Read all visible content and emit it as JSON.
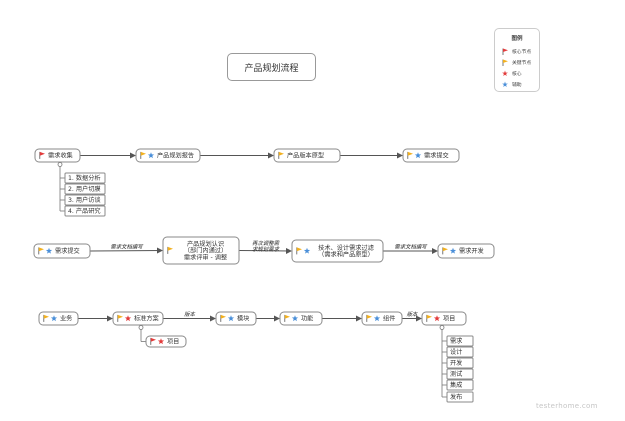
{
  "title": "产品规划流程",
  "legend": {
    "title": "图例",
    "items": [
      {
        "icon": "red-flag",
        "label": "核心节点"
      },
      {
        "icon": "yellow-flag",
        "label": "关键节点"
      },
      {
        "icon": "red-star",
        "label": "核心"
      },
      {
        "icon": "blue-star",
        "label": "辅助"
      }
    ]
  },
  "colors": {
    "red": "#e23b3b",
    "yellow": "#f2b01e",
    "blue": "#4a8fd9"
  },
  "nodes": [
    {
      "id": "r1n1",
      "label": "需求收集",
      "icons": [
        "red-flag"
      ]
    },
    {
      "id": "r1n2",
      "label": "产品规划报告",
      "icons": [
        "yellow-flag",
        "blue-star"
      ]
    },
    {
      "id": "r1n3",
      "label": "产品版本原型",
      "icons": [
        "yellow-flag"
      ]
    },
    {
      "id": "r1n4",
      "label": "需求提交",
      "icons": [
        "yellow-flag",
        "blue-star"
      ]
    },
    {
      "id": "r1s1",
      "label": "1. 数据分析",
      "icons": []
    },
    {
      "id": "r1s2",
      "label": "2. 用户切膜",
      "icons": []
    },
    {
      "id": "r1s3",
      "label": "3. 用户访谈",
      "icons": []
    },
    {
      "id": "r1s4",
      "label": "4. 产品研究",
      "icons": []
    },
    {
      "id": "r2n1",
      "label": "需求提交",
      "icons": [
        "yellow-flag",
        "blue-star"
      ]
    },
    {
      "id": "r2n2",
      "label": "产品规划认识（部门内通过）需求评审 - 调整",
      "icons": [
        "yellow-flag"
      ]
    },
    {
      "id": "r2n3",
      "label": "技术、设计需求过滤（需求和产品原型）",
      "icons": [
        "yellow-flag",
        "blue-star"
      ]
    },
    {
      "id": "r2n4",
      "label": "需求开发",
      "icons": [
        "yellow-flag",
        "blue-star"
      ]
    },
    {
      "id": "r3n1",
      "label": "业务",
      "icons": [
        "yellow-flag",
        "blue-star"
      ]
    },
    {
      "id": "r3n2",
      "label": "标准方案",
      "icons": [
        "yellow-flag",
        "red-star"
      ]
    },
    {
      "id": "r3n3",
      "label": "模块",
      "icons": [
        "yellow-flag",
        "blue-star"
      ]
    },
    {
      "id": "r3n4",
      "label": "功能",
      "icons": [
        "yellow-flag",
        "blue-star"
      ]
    },
    {
      "id": "r3n5",
      "label": "组件",
      "icons": [
        "yellow-flag",
        "blue-star"
      ]
    },
    {
      "id": "r3n6",
      "label": "项目",
      "icons": [
        "yellow-flag",
        "red-star"
      ]
    },
    {
      "id": "r3s0",
      "label": "项目",
      "icons": [
        "red-flag",
        "red-star"
      ]
    },
    {
      "id": "r3c1",
      "label": "需求",
      "icons": []
    },
    {
      "id": "r3c2",
      "label": "设计",
      "icons": []
    },
    {
      "id": "r3c3",
      "label": "开发",
      "icons": []
    },
    {
      "id": "r3c4",
      "label": "测试",
      "icons": []
    },
    {
      "id": "r3c5",
      "label": "集成",
      "icons": []
    },
    {
      "id": "r3c6",
      "label": "发布",
      "icons": []
    }
  ],
  "edges": [
    {
      "from": "r1n1",
      "to": "r1n2",
      "label": ""
    },
    {
      "from": "r1n2",
      "to": "r1n3",
      "label": ""
    },
    {
      "from": "r1n3",
      "to": "r1n4",
      "label": ""
    },
    {
      "from": "r2n1",
      "to": "r2n2",
      "label": "需求文档编写"
    },
    {
      "from": "r2n2",
      "to": "r2n3",
      "label": "再次调整需求规划需求"
    },
    {
      "from": "r2n3",
      "to": "r2n4",
      "label": "需求文档编写"
    },
    {
      "from": "r3n1",
      "to": "r3n2",
      "label": ""
    },
    {
      "from": "r3n2",
      "to": "r3n3",
      "label": "版本"
    },
    {
      "from": "r3n3",
      "to": "r3n4",
      "label": ""
    },
    {
      "from": "r3n4",
      "to": "r3n5",
      "label": ""
    },
    {
      "from": "r3n5",
      "to": "r3n6",
      "label": "版本"
    }
  ],
  "watermark": "testerhome.com"
}
